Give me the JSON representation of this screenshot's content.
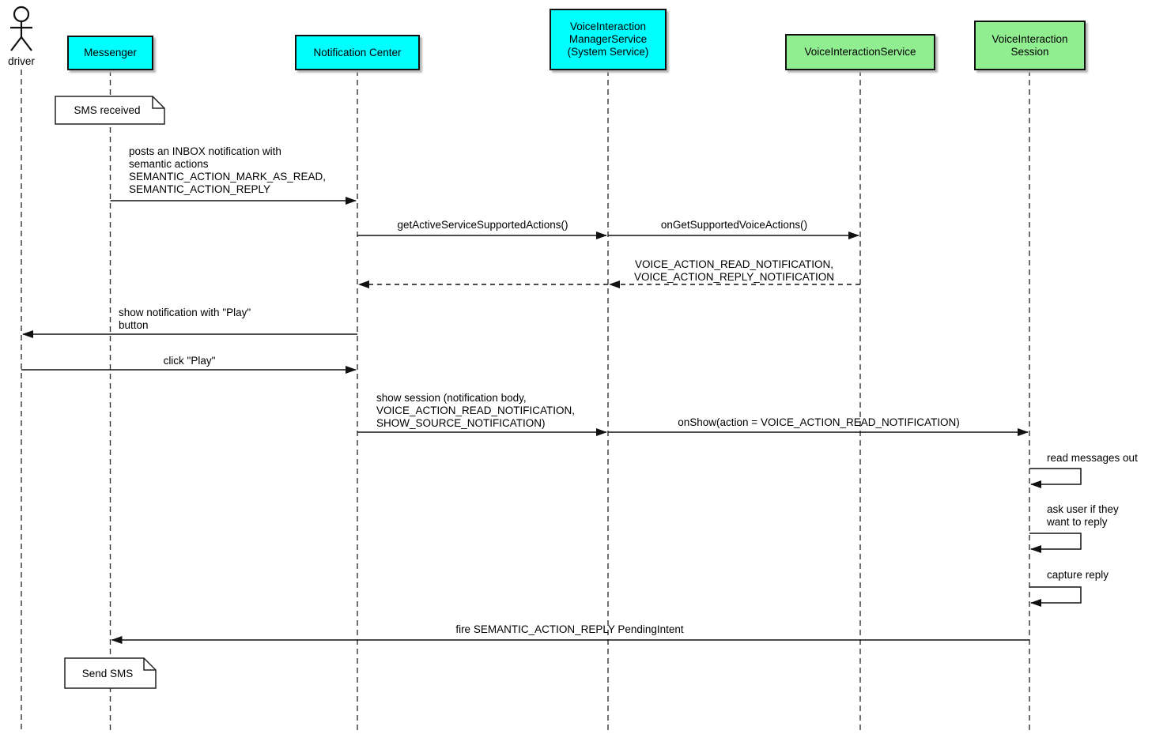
{
  "actor": {
    "label": "driver"
  },
  "participants": [
    {
      "label": "Messenger",
      "fill": "#00FFFF"
    },
    {
      "label": "Notification Center",
      "fill": "#00FFFF"
    },
    {
      "line1": "VoiceInteraction",
      "line2": "ManagerService",
      "line3": "(System Service)",
      "fill": "#00FFFF"
    },
    {
      "label": "VoiceInteractionService",
      "fill": "#90EE90"
    },
    {
      "line1": "VoiceInteraction",
      "line2": "Session",
      "fill": "#90EE90"
    }
  ],
  "notes": [
    {
      "label": "SMS received"
    },
    {
      "label": "Send SMS"
    }
  ],
  "messages": {
    "post_inbox": {
      "line1": "posts an INBOX notification with",
      "line2": "semantic actions",
      "line3": "SEMANTIC_ACTION_MARK_AS_READ,",
      "line4": "SEMANTIC_ACTION_REPLY"
    },
    "get_actions": {
      "label": "getActiveServiceSupportedActions()"
    },
    "on_get_actions": {
      "label": "onGetSupportedVoiceActions()"
    },
    "return_actions": {
      "line1": "VOICE_ACTION_READ_NOTIFICATION,",
      "line2": "VOICE_ACTION_REPLY_NOTIFICATION"
    },
    "show_notification": {
      "line1": "show notification with \"Play\"",
      "line2": "button"
    },
    "click_play": {
      "label": "click \"Play\""
    },
    "show_session": {
      "line1": "show session (notification body,",
      "line2": "VOICE_ACTION_READ_NOTIFICATION,",
      "line3": "SHOW_SOURCE_NOTIFICATION)"
    },
    "on_show": {
      "label": "onShow(action = VOICE_ACTION_READ_NOTIFICATION)"
    },
    "read_messages": {
      "label": "read messages out"
    },
    "ask_user": {
      "line1": "ask user if they",
      "line2": "want to reply"
    },
    "capture_reply": {
      "label": "capture reply"
    },
    "fire_reply": {
      "label": "fire SEMANTIC_ACTION_REPLY PendingIntent"
    }
  },
  "colors": {
    "cyan": "#00FFFF",
    "green": "#90EE90",
    "line": "#111111"
  }
}
